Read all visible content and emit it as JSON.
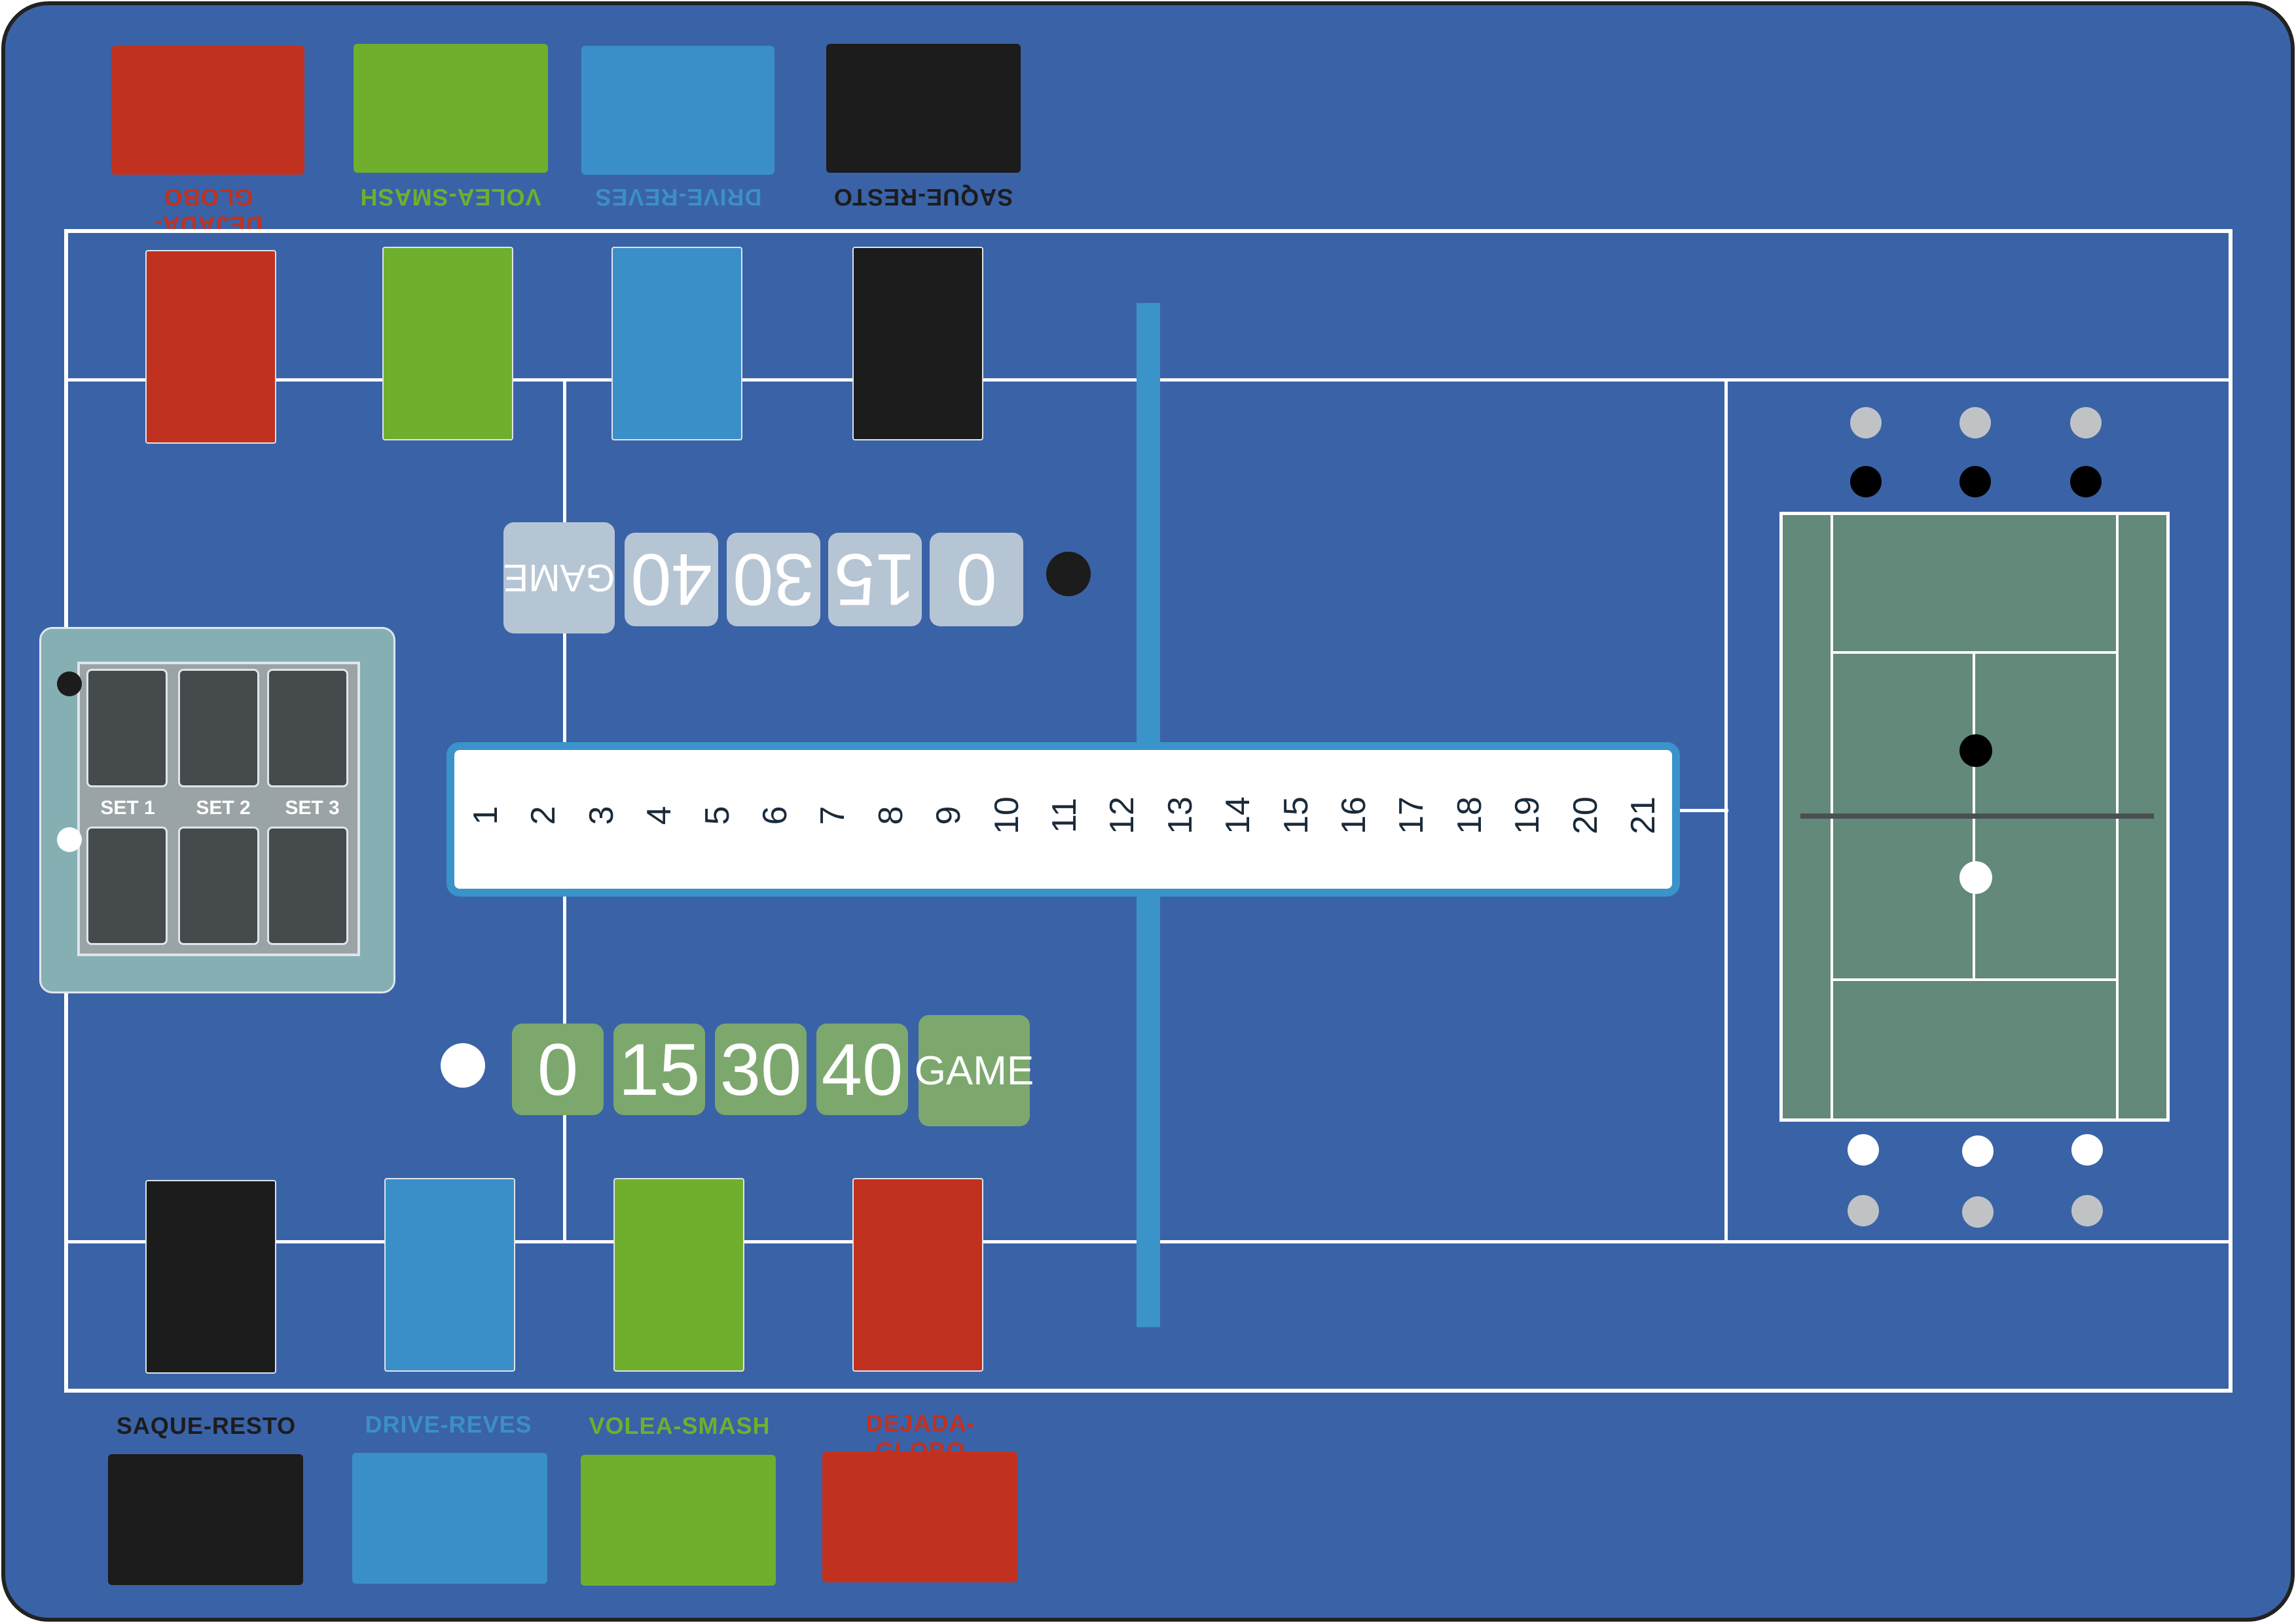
{
  "colors": {
    "board": "#3a62a7",
    "line": "#ffffff",
    "red": "#c1311f",
    "green": "#6faf2d",
    "blue": "#3b8fc8",
    "black": "#1c1c1c",
    "divider": "#3a93c9",
    "score_top": "#b6c5d3",
    "score_bottom": "#7ca86d",
    "panel": "#86afb4",
    "slot": "#454b4d",
    "mini_court": "#62897a"
  },
  "top_legend": {
    "labels": [
      "DEJADA-GLOBO",
      "VOLEA-SMASH",
      "DRIVE-REVES",
      "SAQUE-RESTO"
    ]
  },
  "bottom_legend": {
    "labels": [
      "SAQUE-RESTO",
      "DRIVE-REVES",
      "VOLEA-SMASH",
      "DEJADA-GLOBO"
    ]
  },
  "score_top": {
    "tiles": [
      "GAME",
      "40",
      "30",
      "15",
      "0"
    ]
  },
  "score_bottom": {
    "tiles": [
      "0",
      "15",
      "30",
      "40",
      "GAME"
    ]
  },
  "sets_panel": {
    "labels": [
      "SET 1",
      "SET 2",
      "SET 3"
    ]
  },
  "point_track": {
    "numbers": [
      "1",
      "2",
      "3",
      "4",
      "5",
      "6",
      "7",
      "8",
      "9",
      "10",
      "11",
      "12",
      "13",
      "14",
      "15",
      "16",
      "17",
      "18",
      "19",
      "20",
      "21"
    ]
  }
}
